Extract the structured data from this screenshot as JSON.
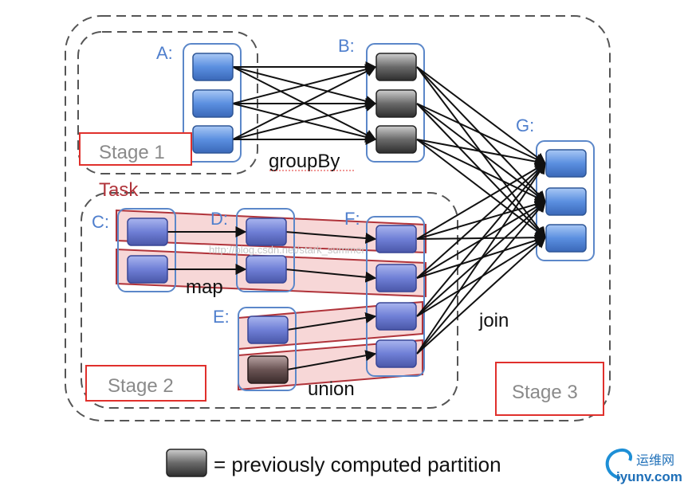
{
  "rdd_labels": {
    "a": "A:",
    "b": "B:",
    "c": "C:",
    "d": "D:",
    "e": "E:",
    "f": "F:",
    "g": "G:"
  },
  "operation_labels": {
    "group_by": "groupBy",
    "map": "map",
    "union": "union",
    "join": "join"
  },
  "stage_labels": {
    "stage1": "Stage 1",
    "stage2": "Stage 2",
    "stage3": "Stage 3"
  },
  "task_label": "Task",
  "watermark": "http://blog.csdn.net/stark_summer",
  "legend": {
    "text": "= previously computed partition"
  },
  "logo": {
    "cn": "运维网",
    "url": "iyunv.com"
  },
  "colors": {
    "partition_blue": "#5b8fe0",
    "partition_cached": "#6a6a6a",
    "rdd_outline": "#5b87c9",
    "stage_box": "#555555",
    "stage_label_box": "#e0302c",
    "task_fill": "#f4c9c9",
    "task_outline": "#b0333a",
    "label_blue": "#4f7fcd",
    "task_text": "#b0333a"
  }
}
